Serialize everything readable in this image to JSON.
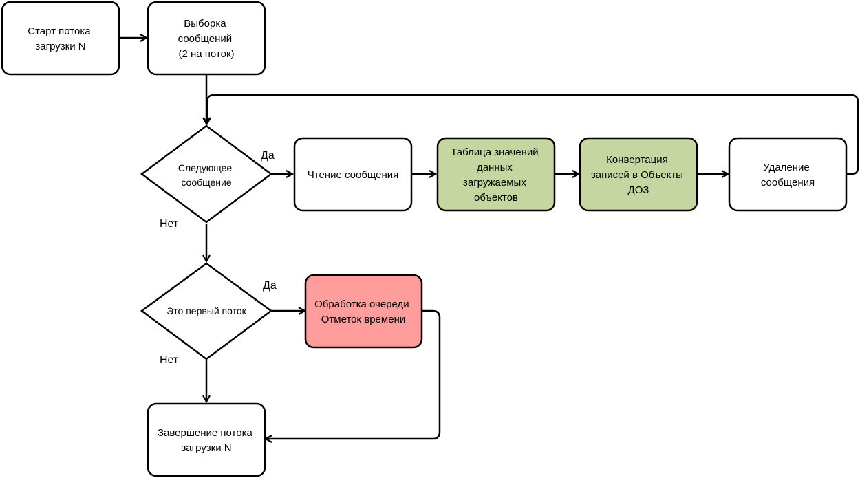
{
  "colors": {
    "stroke": "#000000",
    "default_fill": "#ffffff",
    "green_fill": "#c5d6a0",
    "red_fill": "#ff9d9d"
  },
  "nodes": {
    "start": {
      "lines": [
        "Старт потока",
        "загрузки N"
      ]
    },
    "fetch": {
      "lines": [
        "Выборка",
        "сообщений",
        "(2 на поток)"
      ]
    },
    "next_message": {
      "lines": [
        "Следующее",
        "сообщение"
      ]
    },
    "read": {
      "lines": [
        "Чтение сообщения"
      ]
    },
    "value_table": {
      "lines": [
        "Таблица значений",
        "данных",
        "загружаемых",
        "объектов"
      ]
    },
    "convert": {
      "lines": [
        "Конвертация",
        "записей в Объекты",
        "ДОЗ"
      ]
    },
    "delete": {
      "lines": [
        "Удаление",
        "сообщения"
      ]
    },
    "first_thread": {
      "lines": [
        "Это первый поток"
      ]
    },
    "timestamps": {
      "lines": [
        "Обработка очереди",
        "Отметок времени"
      ]
    },
    "finish": {
      "lines": [
        "Завершение потока",
        "загрузки N"
      ]
    }
  },
  "edge_labels": {
    "next_yes": "Да",
    "next_no": "Нет",
    "first_yes": "Да",
    "first_no": "Нет"
  }
}
